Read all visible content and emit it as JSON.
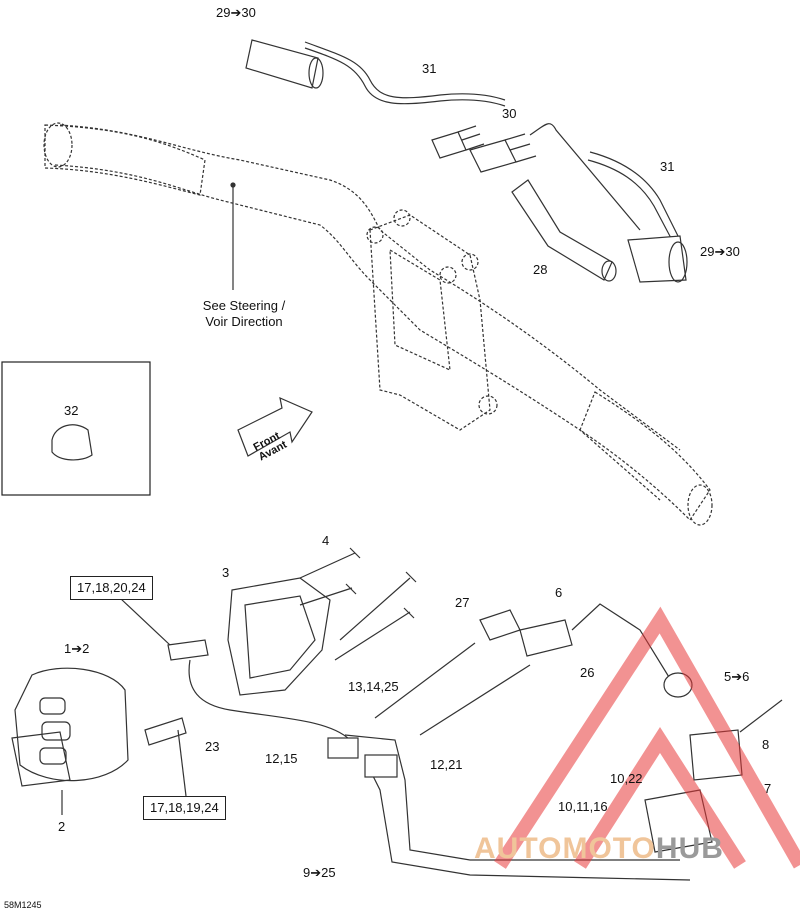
{
  "labels": {
    "p29_30_top": "29➔30",
    "p31_top": "31",
    "p30": "30",
    "p31_right": "31",
    "p28": "28",
    "p29_30_right": "29➔30",
    "p32": "32",
    "p4": "4",
    "p3": "3",
    "p1_2": "1➔2",
    "p2": "2",
    "p27": "27",
    "p6": "6",
    "p26": "26",
    "p13_14_25": "13,14,25",
    "p5_6": "5➔6",
    "p12_15": "12,15",
    "p12_21": "12,21",
    "p8": "8",
    "p23": "23",
    "p7": "7",
    "p10_22": "10,22",
    "p10_11_16": "10,11,16",
    "p9_25": "9➔25"
  },
  "boxes": {
    "top": "17,18,20,24",
    "bottom": "17,18,19,24"
  },
  "see_steering": {
    "line1": "See Steering /",
    "line2": "Voir Direction"
  },
  "front_arrow": {
    "line1": "Front",
    "line2": "Avant"
  },
  "drawing_code": "58M1245",
  "watermark": {
    "part1": "AUTOMOTO",
    "part2": "HUB",
    "color_accent": "#e83a3a"
  }
}
